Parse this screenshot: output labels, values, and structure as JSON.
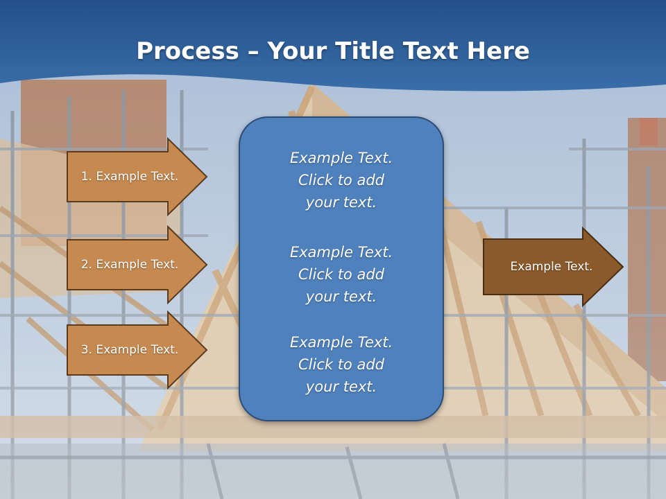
{
  "slide": {
    "title_bold": "Process",
    "title_rest": " – Your Title Text Here"
  },
  "colors": {
    "header_blue": "#2a5a92",
    "sky_blue": "#a9bdd4",
    "timber": "#c8a47c",
    "arrow_light": "#c5894f",
    "arrow_dark": "#8b5a2b",
    "panel_blue": "#4f81bd"
  },
  "steps": [
    {
      "label": "1. Example Text."
    },
    {
      "label": "2. Example Text."
    },
    {
      "label": "3. Example Text."
    }
  ],
  "center_panel": {
    "blocks": [
      {
        "lines": [
          "Example Text.",
          "Click  to add",
          "your text."
        ]
      },
      {
        "lines": [
          "Example Text.",
          "Click  to add",
          "your text."
        ]
      },
      {
        "lines": [
          "Example Text.",
          "Click  to add",
          "your text."
        ]
      }
    ]
  },
  "result": {
    "label": "Example Text."
  }
}
